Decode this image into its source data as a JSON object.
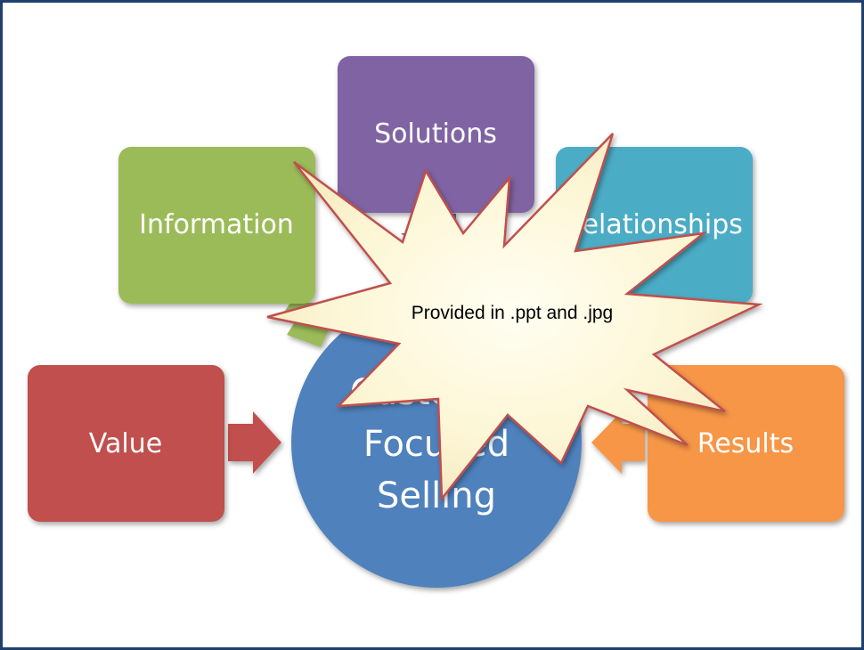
{
  "diagram": {
    "center": {
      "lines": [
        "Customer",
        "Focused",
        "Selling"
      ],
      "color": "#4f81bd"
    },
    "nodes": [
      {
        "id": "solutions",
        "label": "Solutions",
        "color": "#8064a2"
      },
      {
        "id": "information",
        "label": "Information",
        "color": "#9bbb59"
      },
      {
        "id": "relationships",
        "label": "Relationships",
        "color": "#4bacc6"
      },
      {
        "id": "value",
        "label": "Value",
        "color": "#c0504d"
      },
      {
        "id": "results",
        "label": "Results",
        "color": "#f79646"
      }
    ],
    "burst": {
      "text": "Provided in .ppt and .jpg",
      "fill": "#fdf8dc",
      "stroke": "#c0504d"
    }
  }
}
